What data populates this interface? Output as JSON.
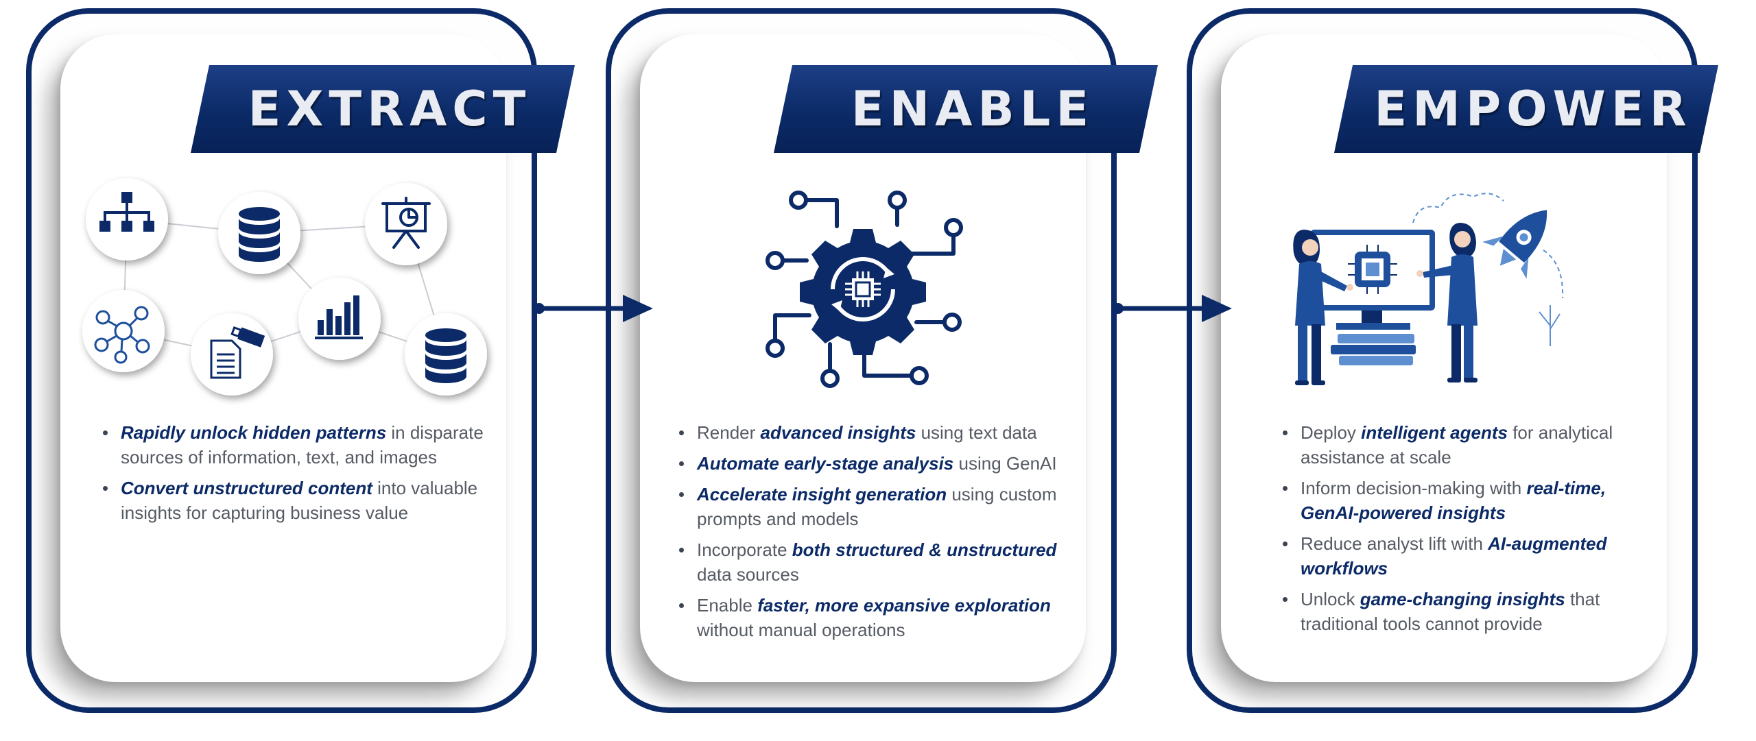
{
  "colors": {
    "navy": "#0b2a67",
    "accent_blue": "#1d4f9c",
    "light_blue": "#5d8fd1",
    "text_gray": "#555a63"
  },
  "panels": [
    {
      "title": "EXTRACT",
      "icons": [
        "org-chart-icon",
        "database-icon",
        "presentation-chart-icon",
        "network-users-icon",
        "document-usb-icon",
        "bar-chart-icon",
        "database-icon"
      ],
      "bullets": [
        {
          "highlight": "Rapidly unlock hidden patterns",
          "rest": " in disparate sources of information, text, and images"
        },
        {
          "highlight": "Convert unstructured content",
          "rest": " into valuable insights for capturing business value"
        }
      ]
    },
    {
      "title": "ENABLE",
      "icons": [
        "ai-gear-circuit-icon"
      ],
      "bullets": [
        {
          "pre": "Render ",
          "highlight": "advanced insights",
          "rest": " using text data"
        },
        {
          "highlight": "Automate early-stage analysis",
          "rest": " using GenAI"
        },
        {
          "highlight": "Accelerate insight generation",
          "rest": " using custom prompts and models"
        },
        {
          "pre": "Incorporate ",
          "highlight": "both structured & unstructured",
          "rest": " data sources"
        },
        {
          "pre": "Enable ",
          "highlight": "faster, more expansive exploration",
          "rest": " without manual operations"
        }
      ]
    },
    {
      "title": "EMPOWER",
      "icons": [
        "people-with-ai-monitor-icon",
        "rocket-icon"
      ],
      "bullets": [
        {
          "pre": "Deploy ",
          "highlight": "intelligent agents",
          "rest": " for analytical assistance at scale"
        },
        {
          "pre": "Inform decision-making with ",
          "highlight": "real-time, GenAI-powered insights",
          "rest": ""
        },
        {
          "pre": "Reduce analyst lift with ",
          "highlight": "AI-augmented workflows",
          "rest": ""
        },
        {
          "pre": "Unlock ",
          "highlight": "game-changing insights",
          "rest": " that traditional tools cannot provide"
        }
      ]
    }
  ]
}
